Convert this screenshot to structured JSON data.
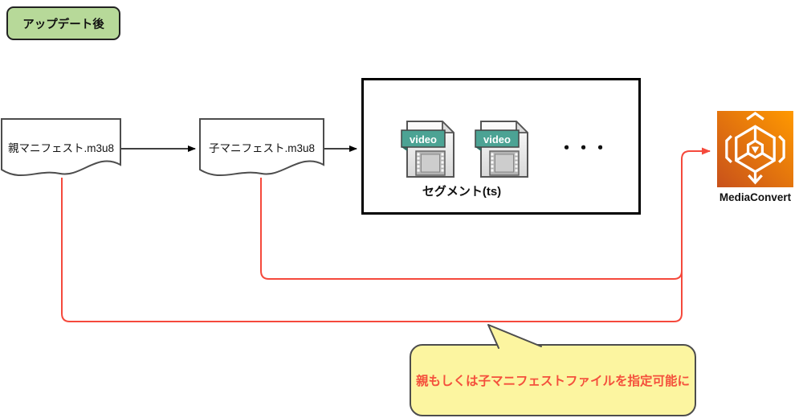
{
  "badge": {
    "label": "アップデート後"
  },
  "flow": {
    "parent_manifest": {
      "label": "親マニフェスト.m3u8"
    },
    "child_manifest": {
      "label": "子マニフェスト.m3u8"
    },
    "segments": {
      "label": "セグメント(ts)",
      "ellipsis": "・・・",
      "files": [
        {
          "badge": "video"
        },
        {
          "badge": "video"
        }
      ]
    },
    "service": {
      "label": "MediaConvert"
    }
  },
  "callout": {
    "text": "親もしくは子マニフェストファイルを指定可能に"
  },
  "colors": {
    "badge_green": "#b7d999",
    "red_line": "#f5493c",
    "callout_bg": "#fcf5a0",
    "callout_text": "#f4503c",
    "teal_banner": "#4ca394",
    "aws_gradient_start": "#c8511b",
    "aws_gradient_end": "#ff9900",
    "box_border": "#000000",
    "doc_border": "#4d4d4d"
  }
}
